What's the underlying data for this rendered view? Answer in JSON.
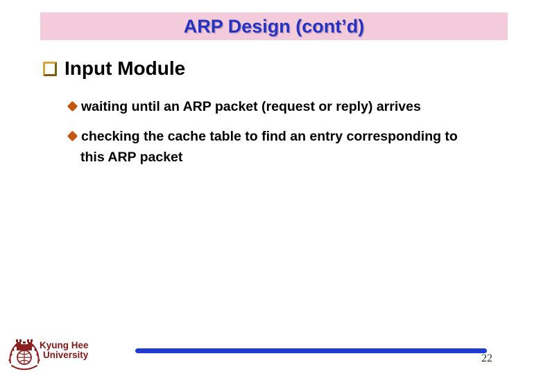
{
  "slide": {
    "title": "ARP Design (cont’d)",
    "heading": "Input Module",
    "bullets": [
      "waiting until an ARP packet (request or reply) arrives",
      "checking the cache table to find an entry corresponding to this ARP packet"
    ],
    "footer": {
      "org_line1": "Kyung Hee",
      "org_line2": "University",
      "page_number": "22"
    },
    "colors": {
      "header_bg": "#f3cbdb",
      "title_text": "#2333bf",
      "heading_text": "#000000",
      "bullet_marker": "#c3570f",
      "heading_marker_light": "#d2a83e",
      "heading_marker_dark": "#7a5c10",
      "footer_text": "#7f1818",
      "line": "#1f3bd3",
      "page_number": "#1e3a1e"
    }
  }
}
